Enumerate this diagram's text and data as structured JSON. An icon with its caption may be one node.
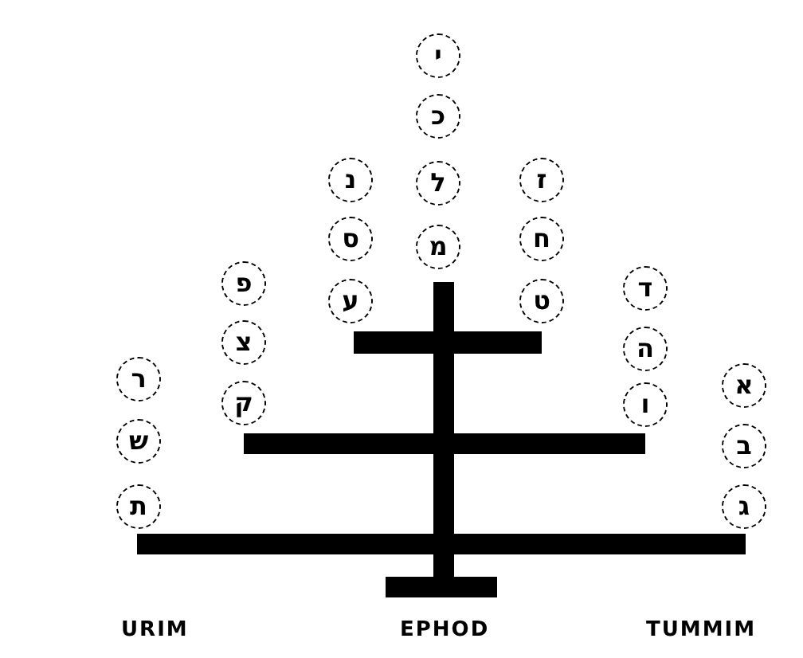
{
  "diagram": {
    "nodes": [
      {
        "text": [
          "י"
        ]
      },
      {
        "text": [
          "כ"
        ]
      },
      {
        "text": [
          "נ"
        ]
      },
      {
        "text": [
          "ל"
        ]
      },
      {
        "text": [
          "ז"
        ]
      },
      {
        "text": [
          "ס"
        ]
      },
      {
        "text": [
          "מ"
        ]
      },
      {
        "text": [
          "ח"
        ]
      },
      {
        "text": [
          "פ"
        ]
      },
      {
        "text": [
          "ד"
        ]
      },
      {
        "text": [
          "ע"
        ]
      },
      {
        "text": [
          "ט"
        ]
      },
      {
        "text": [
          "צ"
        ]
      },
      {
        "text": [
          "ה"
        ]
      },
      {
        "text": [
          "ר"
        ]
      },
      {
        "text": [
          "א"
        ]
      },
      {
        "text": [
          "ק"
        ]
      },
      {
        "text": [
          "ו"
        ]
      },
      {
        "text": [
          "ש"
        ]
      },
      {
        "text": [
          "ב"
        ]
      },
      {
        "text": [
          "ת"
        ]
      },
      {
        "text": [
          "ג"
        ]
      }
    ],
    "edges": [],
    "labels": [
      "URIM",
      "EPHOD",
      "TUMMIM"
    ]
  }
}
